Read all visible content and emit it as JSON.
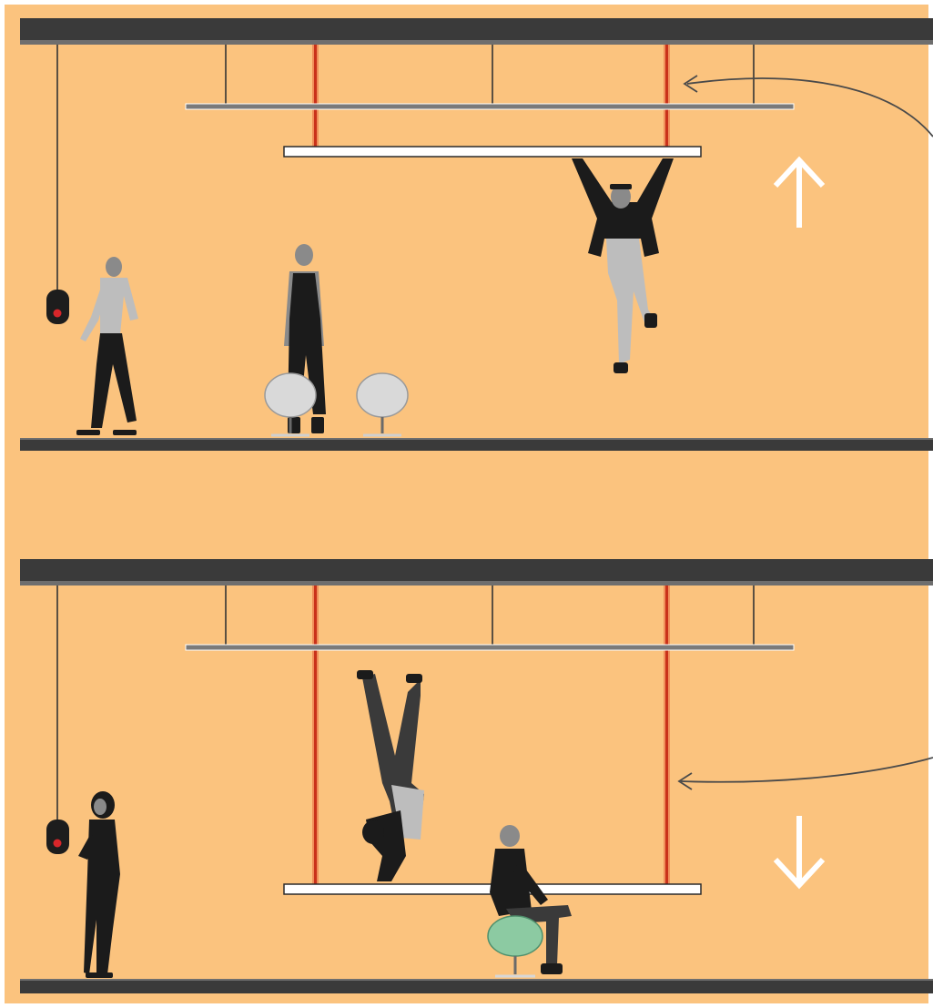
{
  "colors": {
    "background": "#fbc37e",
    "frame_border": "#ffffff",
    "slab": "#3a3a3a",
    "slab_edge": "#6e6e6e",
    "cable": "#333333",
    "strap": "#c9321a",
    "strap_glow": "#e8663d",
    "platform": "#ffffff",
    "platform_outline": "#2b2b2b",
    "rail": "#7a7a7a",
    "arrow": "#ffffff",
    "pointer": "#4a4a4a",
    "control_button": "#d8262a",
    "chair_green": "#8ccaa2"
  },
  "panels": [
    {
      "id": "top",
      "direction_arrow": "up-arrow-icon",
      "platform_state": "raised"
    },
    {
      "id": "bottom",
      "direction_arrow": "down-arrow-icon",
      "platform_state": "lowered"
    }
  ],
  "icons": {
    "pendant_control": "pendant-control-icon",
    "up_arrow": "up-arrow-icon",
    "down_arrow": "down-arrow-icon",
    "pointer_arrow": "curved-pointer-arrow-icon"
  }
}
